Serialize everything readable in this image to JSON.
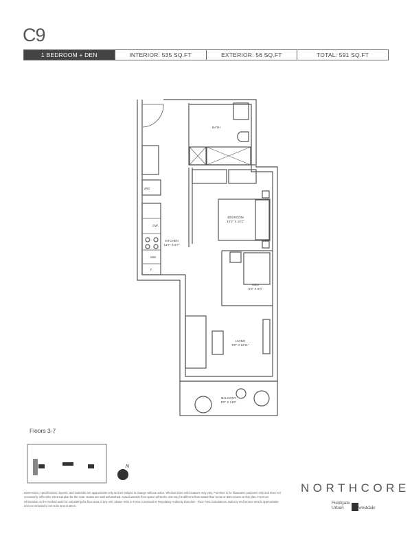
{
  "unit": {
    "name": "C9"
  },
  "summary_bar": {
    "type": "1 BEDROOM + DEN",
    "interior": "INTERIOR: 535 SQ.FT",
    "exterior": "EXTERIOR: 56 SQ.FT",
    "total": "TOTAL: 591 SQ.FT"
  },
  "rooms": {
    "bath": {
      "label": "BATH"
    },
    "bedroom": {
      "label": "BEDROOM",
      "dims": "10'2\" X 10'2\""
    },
    "kitchen": {
      "label": "KITCHEN",
      "dims": "13'7\" X 5'7\""
    },
    "den": {
      "label": "DEN",
      "dims": "6'9\" X 6'0\""
    },
    "living": {
      "label": "LIVING",
      "dims": "9'0\" X 10'11\""
    },
    "balcony": {
      "label": "BALCONY",
      "dims": "5'0\" X 11'6\""
    }
  },
  "appliances": {
    "wd": "W/D",
    "dw": "DW",
    "mw": "MW",
    "fridge": "F"
  },
  "key_plan": {
    "floors": "Floors 3-7",
    "north": "N"
  },
  "disclaimer": "Dimensions, specifications, layouts, and materials are approximate only and are subject to change without notice. Window sizes and locations may vary. Furniture is for illustration purposes only and does not necessarily reflect the electrical plan for the suite. Suites are sold unfurnished. Actual useable floor space within the unit may be different from stated floor areas or dimensions on this plan. For more information on the method used for calculating the floor area of any unit, please refer to Home Construction Regulatory Authority Directive - Floor Area Calculations. Balcony and terrace area is approximate and not included in net suite area.E.&O.E.",
  "branding": {
    "project": "NORTHCORE",
    "developer1": "Fieldgate Urban",
    "developer2": "westdale"
  }
}
